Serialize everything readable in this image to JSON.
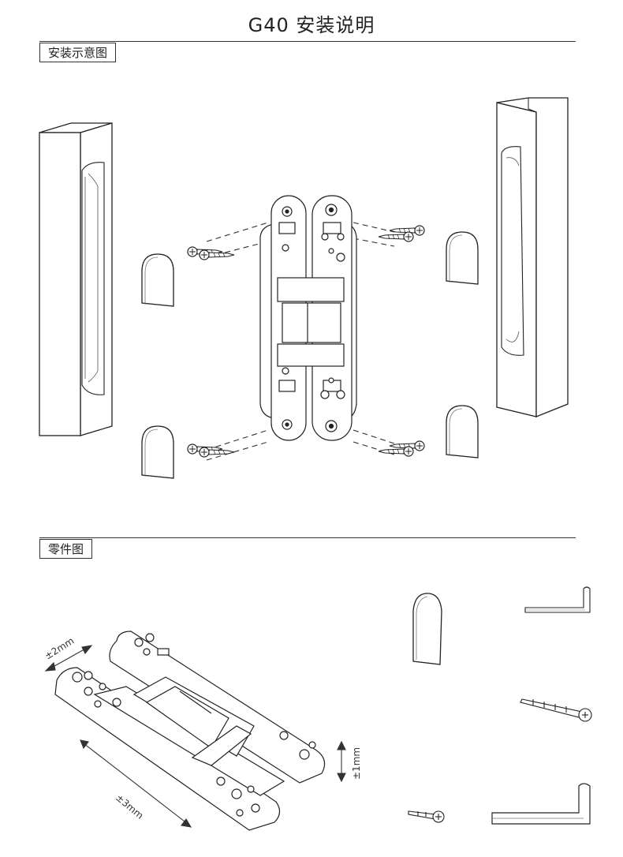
{
  "page": {
    "title": "G40 安装说明"
  },
  "sections": {
    "installation": {
      "label": "安装示意图"
    },
    "parts": {
      "label": "零件图"
    }
  },
  "dimensions": {
    "width_adjust": "±2mm",
    "height_adjust": "±1mm",
    "depth_adjust": "±3mm"
  }
}
